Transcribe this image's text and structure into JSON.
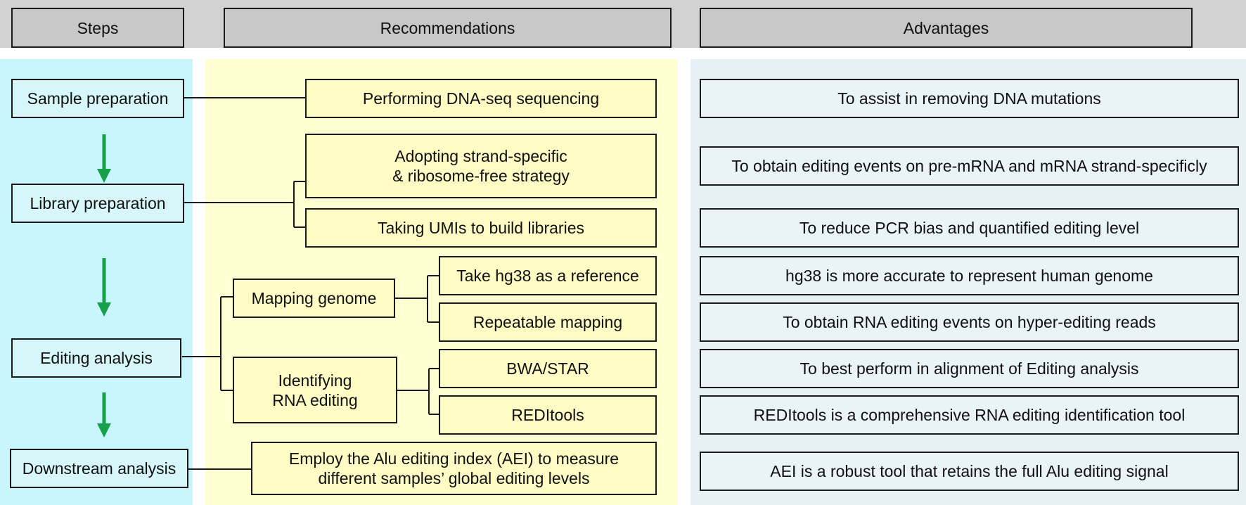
{
  "headers": {
    "steps": "Steps",
    "recommendations": "Recommendations",
    "advantages": "Advantages"
  },
  "steps": {
    "sample": "Sample preparation",
    "library": "Library preparation",
    "editing": "Editing analysis",
    "downstream": "Downstream analysis"
  },
  "recommendations": {
    "dnaseq": "Performing DNA-seq sequencing",
    "strand_line1": "Adopting strand-specific",
    "strand_line2": "& ribosome-free strategy",
    "umis": "Taking UMIs to build libraries",
    "mapping_genome": "Mapping genome",
    "hg38_ref": "Take hg38 as a reference",
    "repeatable": "Repeatable mapping",
    "identifying_line1": "Identifying",
    "identifying_line2": "RNA editing",
    "bwa": "BWA/STAR",
    "reditools": "REDItools",
    "aei_line1": "Employ the Alu editing index (AEI) to measure",
    "aei_line2": "different samples’ global editing levels"
  },
  "advantages": [
    "To assist in removing DNA mutations",
    "To obtain editing events on pre-mRNA and mRNA strand-specificly",
    "To reduce PCR bias and quantified editing level",
    "hg38 is more accurate to represent human genome",
    "To obtain RNA editing events on hyper-editing reads",
    "To best perform in alignment of Editing analysis",
    "REDItools is a comprehensive RNA editing identification tool",
    "AEI is a robust tool that retains the full Alu editing signal"
  ],
  "colors": {
    "header_band": "#d2d2d2",
    "steps_band": "#c8f6fc",
    "recommendations_band": "#fefed2",
    "advantages_band": "#e6f1f6",
    "arrow": "#17a04a"
  }
}
